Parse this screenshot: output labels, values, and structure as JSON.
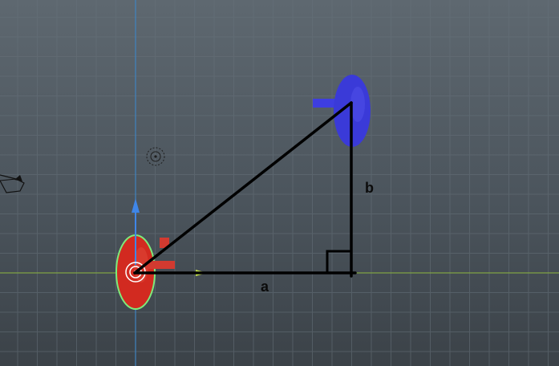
{
  "viewport": {
    "background_top": "#5e6870",
    "background_bottom": "#3b4248",
    "grid_color": "#66717a",
    "x_axis_color": "#7fa343",
    "y_axis_color": "#3f83c0"
  },
  "objects": {
    "selected_object_color": "#d22a20",
    "selection_outline_color": "#7dea7a",
    "other_object_color": "#3a3ad8",
    "pivot_icon": "pivot-target-icon",
    "light_icon": "point-light-icon",
    "camera_icon": "camera-icon"
  },
  "gizmo": {
    "y_arrow_color": "#3f86e8",
    "x_arrow_color": "#c8e64a",
    "z_handle_color": "#d23a30"
  },
  "triangle": {
    "line_color": "#000000",
    "right_angle_marker": "square",
    "labels": {
      "horizontal_side": "a",
      "vertical_side": "b"
    }
  }
}
